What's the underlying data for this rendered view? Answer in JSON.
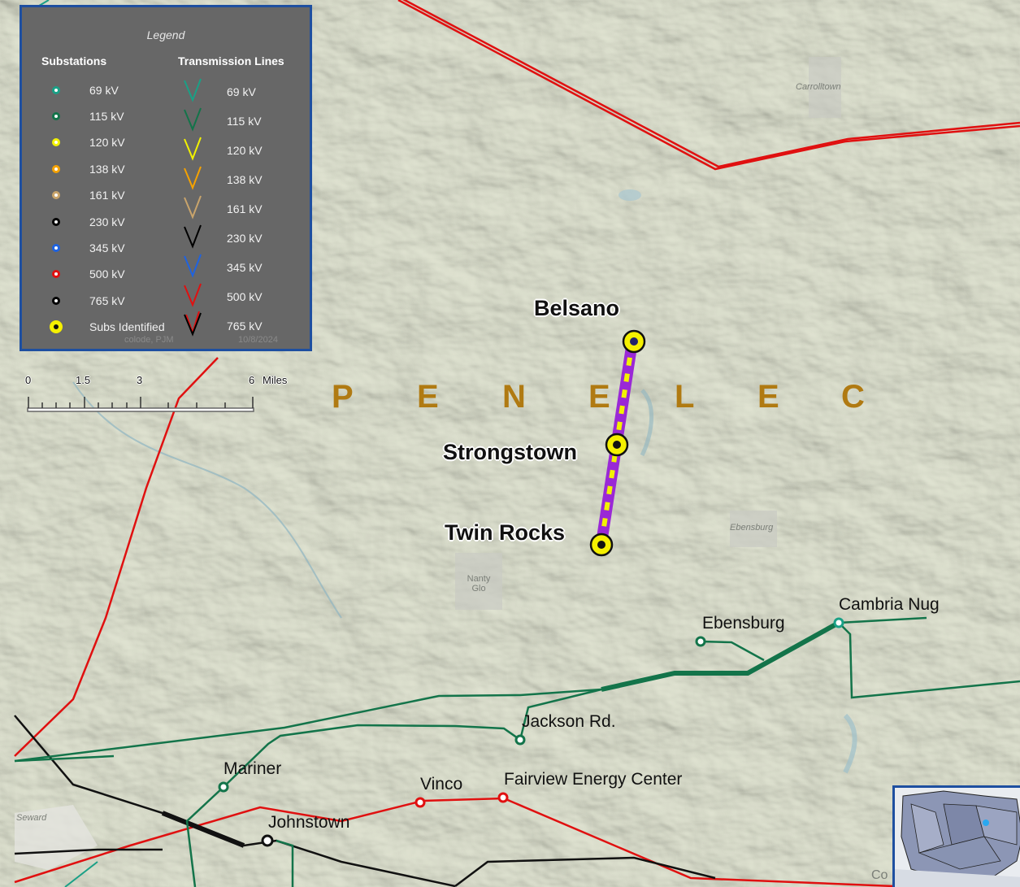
{
  "legend": {
    "title": "Legend",
    "substations_header": "Substations",
    "lines_header": "Transmission Lines",
    "substations": [
      {
        "label": "69 kV",
        "color": "#1aa086"
      },
      {
        "label": "115 kV",
        "color": "#13744a"
      },
      {
        "label": "120 kV",
        "color": "#f2f200"
      },
      {
        "label": "138 kV",
        "color": "#f5a200"
      },
      {
        "label": "161 kV",
        "color": "#c9a46b"
      },
      {
        "label": "230 kV",
        "color": "#000000"
      },
      {
        "label": "345 kV",
        "color": "#1f63e0"
      },
      {
        "label": "500 kV",
        "color": "#e01010"
      },
      {
        "label": "765 kV",
        "color": "#000000"
      },
      {
        "label": "Subs Identified",
        "color": "#f5f000"
      }
    ],
    "lines": [
      {
        "label": "69 kV",
        "color": "#1aa086"
      },
      {
        "label": "115 kV",
        "color": "#13744a"
      },
      {
        "label": "120 kV",
        "color": "#f2f200"
      },
      {
        "label": "138 kV",
        "color": "#f5a200"
      },
      {
        "label": "161 kV",
        "color": "#c9a46b"
      },
      {
        "label": "230 kV",
        "color": "#000000"
      },
      {
        "label": "345 kV",
        "color": "#1f63e0"
      },
      {
        "label": "500 kV",
        "color": "#e01010"
      },
      {
        "label": "765 kV",
        "color": "#000000"
      }
    ],
    "credit_left": "colode, PJM",
    "credit_right": "10/8/2024"
  },
  "scale": {
    "labels": [
      "0",
      "1.5",
      "3",
      "6"
    ],
    "unit": "Miles"
  },
  "region_label": [
    "P",
    "E",
    "N",
    "E",
    "L",
    "E",
    "C"
  ],
  "identified_subs": [
    "Belsano",
    "Strongstown",
    "Twin Rocks"
  ],
  "places": [
    "Ebensburg",
    "Cambria Nug",
    "Jackson Rd.",
    "Mariner",
    "Vinco",
    "Fairview Energy Center",
    "Johnstown"
  ],
  "towns": [
    "Carrolltown",
    "Ebensburg",
    "Nanty Glo",
    "Seward"
  ],
  "corner_text": "Co"
}
